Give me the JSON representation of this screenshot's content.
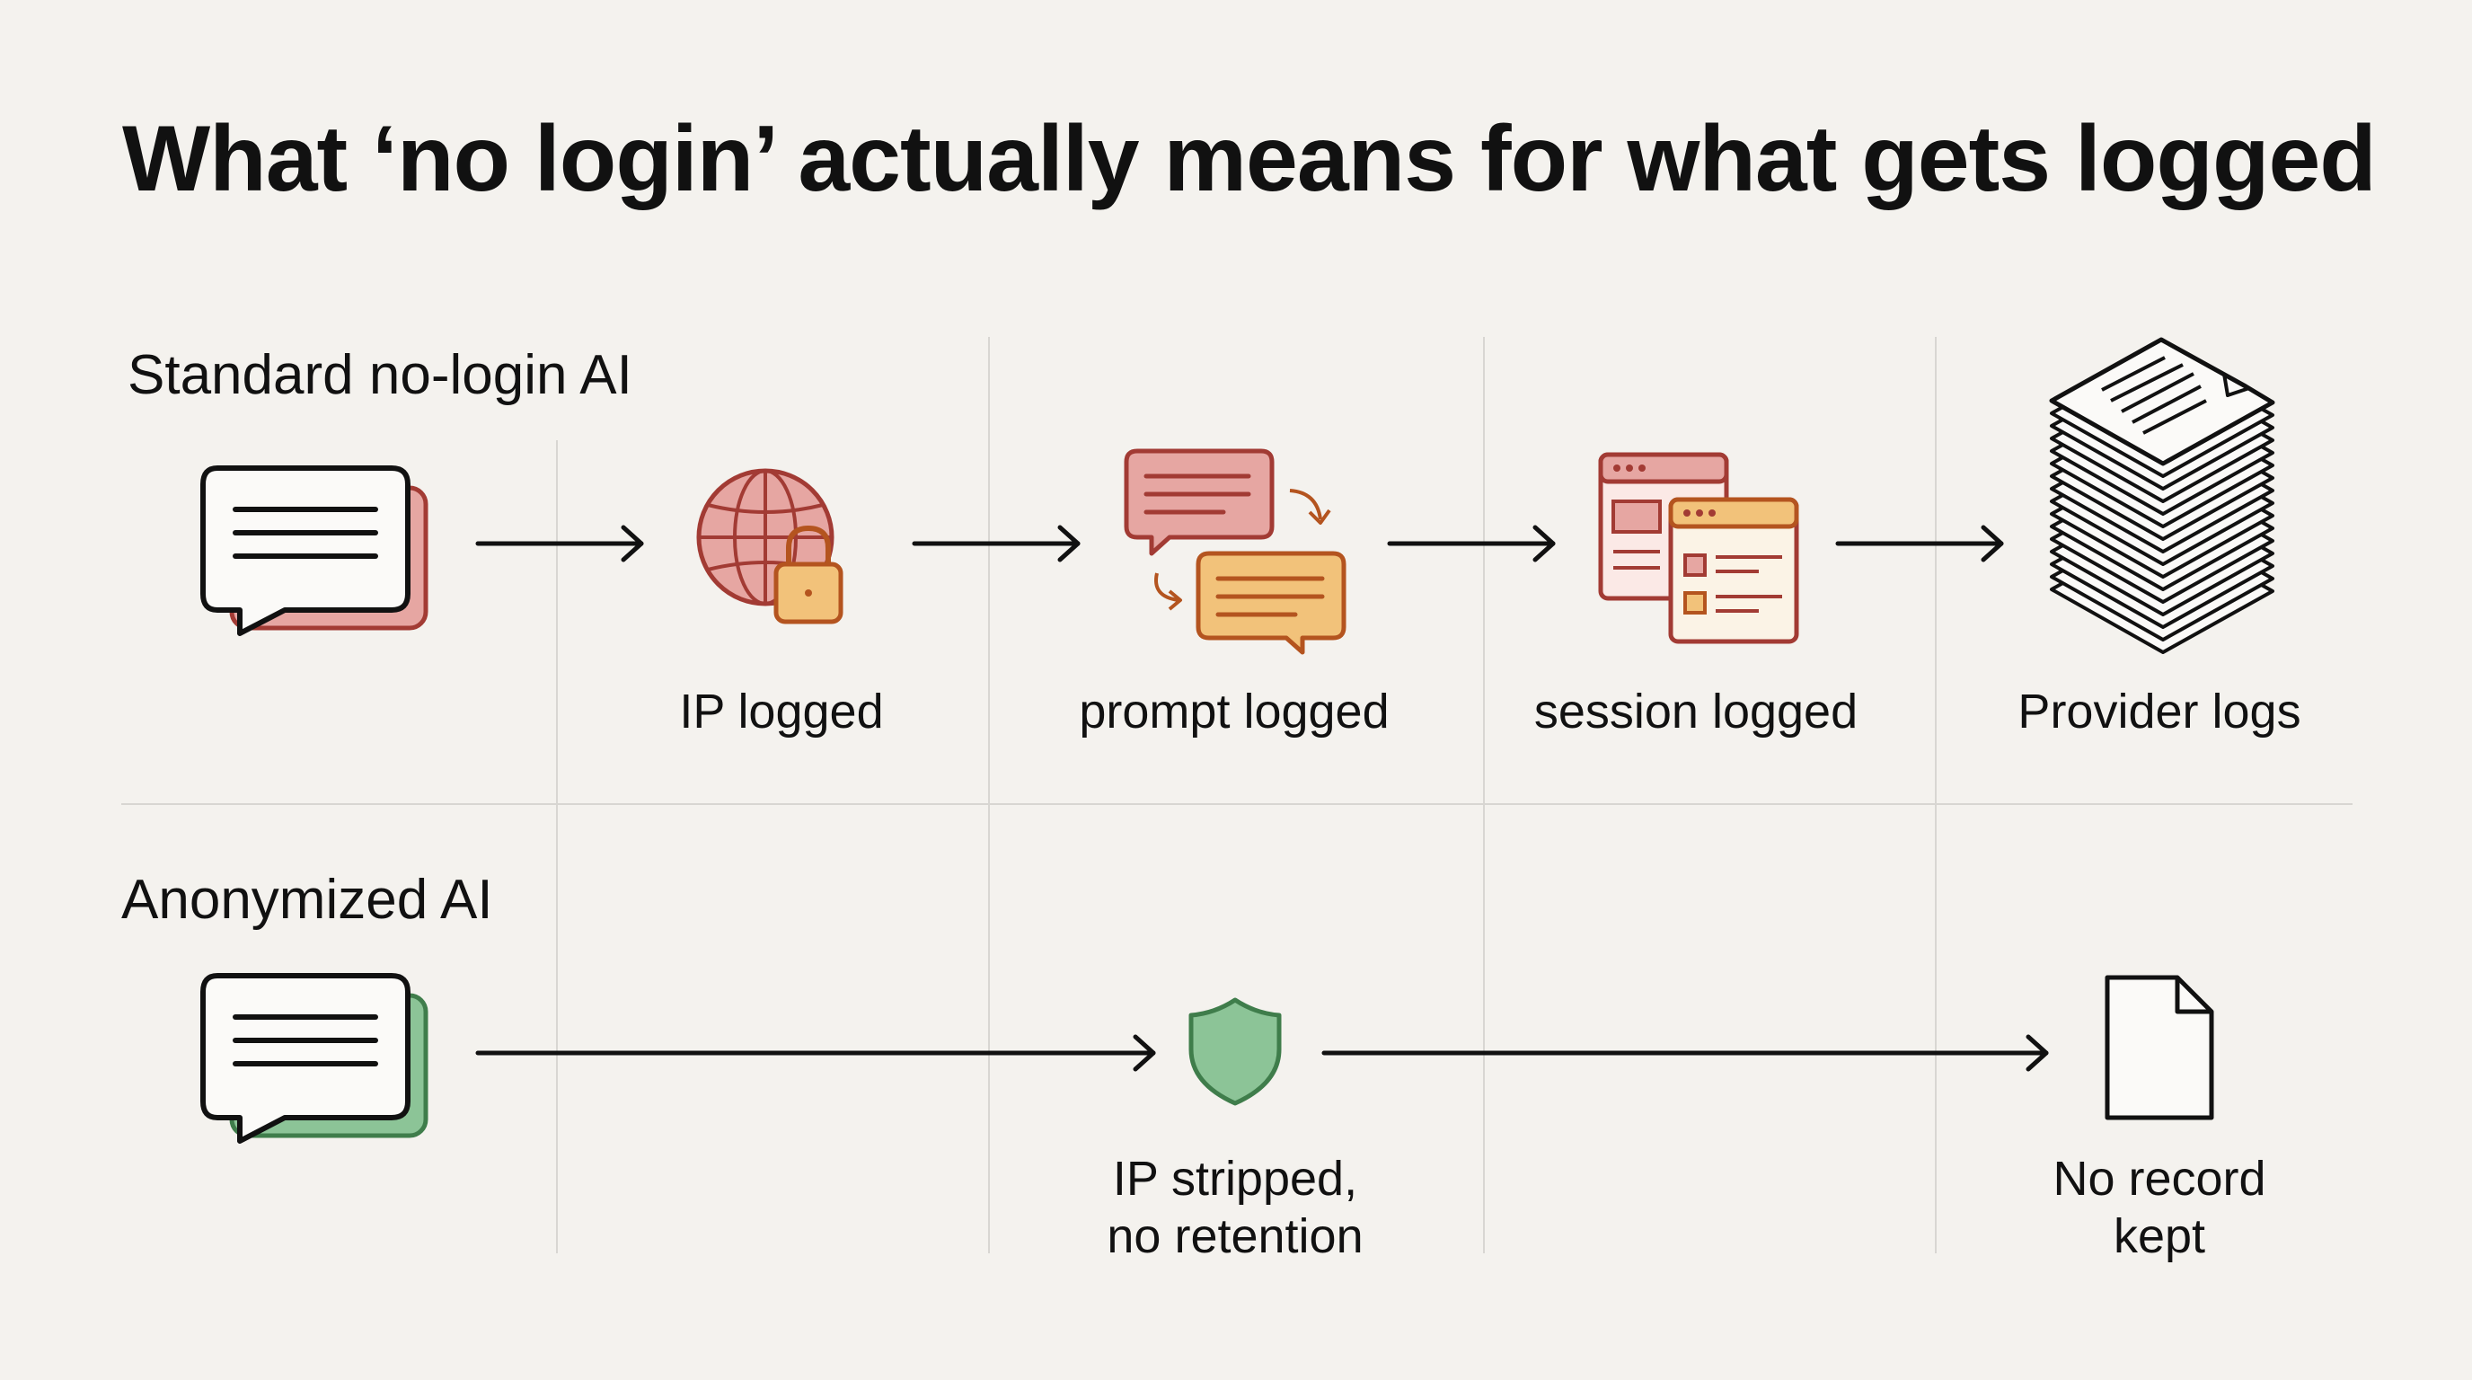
{
  "title": "What ‘no login’ actually means for what gets logged",
  "rows": {
    "standard": {
      "title": "Standard no-login AI",
      "steps": [
        {
          "label": "IP logged",
          "icon": "globe-lock-icon"
        },
        {
          "label": "prompt logged",
          "icon": "chat-exchange-icon"
        },
        {
          "label": "session logged",
          "icon": "browser-windows-icon"
        },
        {
          "label": "Provider logs",
          "icon": "document-stack-icon"
        }
      ],
      "accent": "#c0504d"
    },
    "anonymized": {
      "title": "Anonymized AI",
      "steps": [
        {
          "label_line1": "IP stripped,",
          "label_line2": "no retention",
          "icon": "shield-icon"
        },
        {
          "label_line1": "No record",
          "label_line2": "kept",
          "icon": "blank-document-icon"
        }
      ],
      "accent": "#5fa36b"
    }
  },
  "colors": {
    "red_fill": "#e6a6a2",
    "red_stroke": "#a23b34",
    "orange_fill": "#f2c27a",
    "orange_stroke": "#b4541f",
    "green_fill": "#8cc497",
    "green_stroke": "#3f7d4b",
    "ink": "#111111"
  }
}
